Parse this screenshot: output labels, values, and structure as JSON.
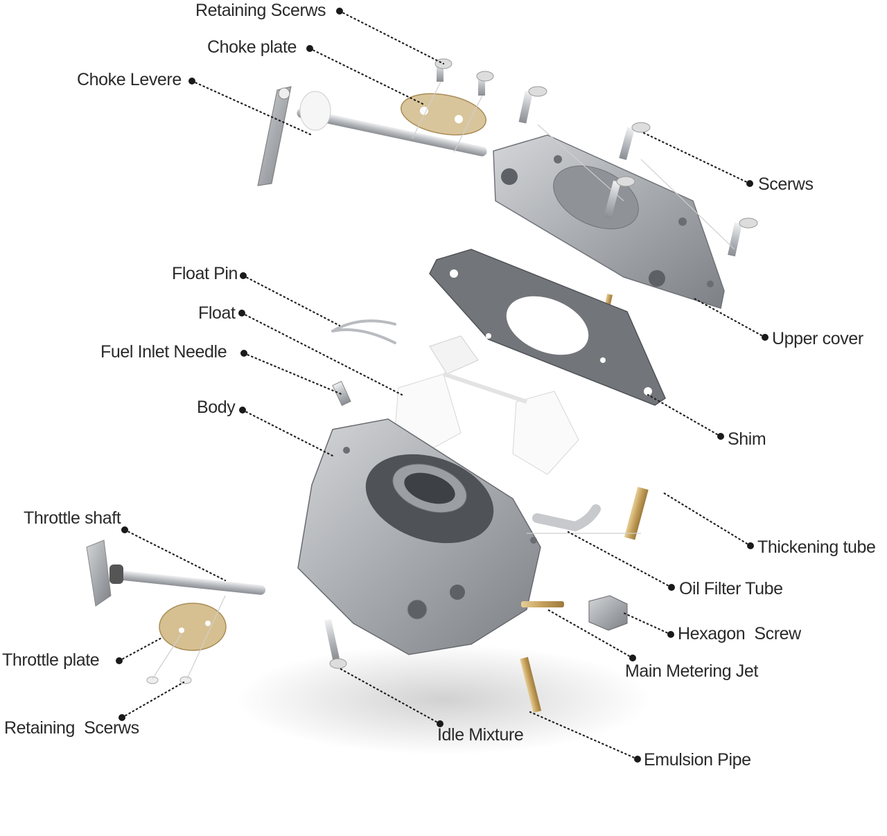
{
  "labels": {
    "retaining_screws_top": "Retaining Scerws",
    "choke_plate": "Choke plate",
    "choke_lever": "Choke Levere",
    "screws": "Scerws",
    "float_pin": "Float Pin",
    "float": "Float",
    "fuel_inlet_needle": "Fuel Inlet Needle",
    "upper_cover": "Upper cover",
    "body": "Body",
    "shim": "Shim",
    "throttle_shaft": "Throttle shaft",
    "thickening_tube": "Thickening tube",
    "oil_filter_tube": "Oil Filter Tube",
    "hexagon_screw": "Hexagon  Screw",
    "throttle_plate": "Throttle plate",
    "main_metering_jet": "Main Metering Jet",
    "retaining_screws_bottom": "Retaining  Scerws",
    "idle_mixture": "Idle Mixture",
    "emulsion_pipe": "Emulsion Pipe"
  },
  "colors": {
    "metal": "#a9acb0",
    "metal_dark": "#6f7378",
    "metal_light": "#d8dadd",
    "gasket": "#6b6e72",
    "brass": "#c9a86a",
    "plastic": "#f7f7f7",
    "leader": "#222222"
  }
}
